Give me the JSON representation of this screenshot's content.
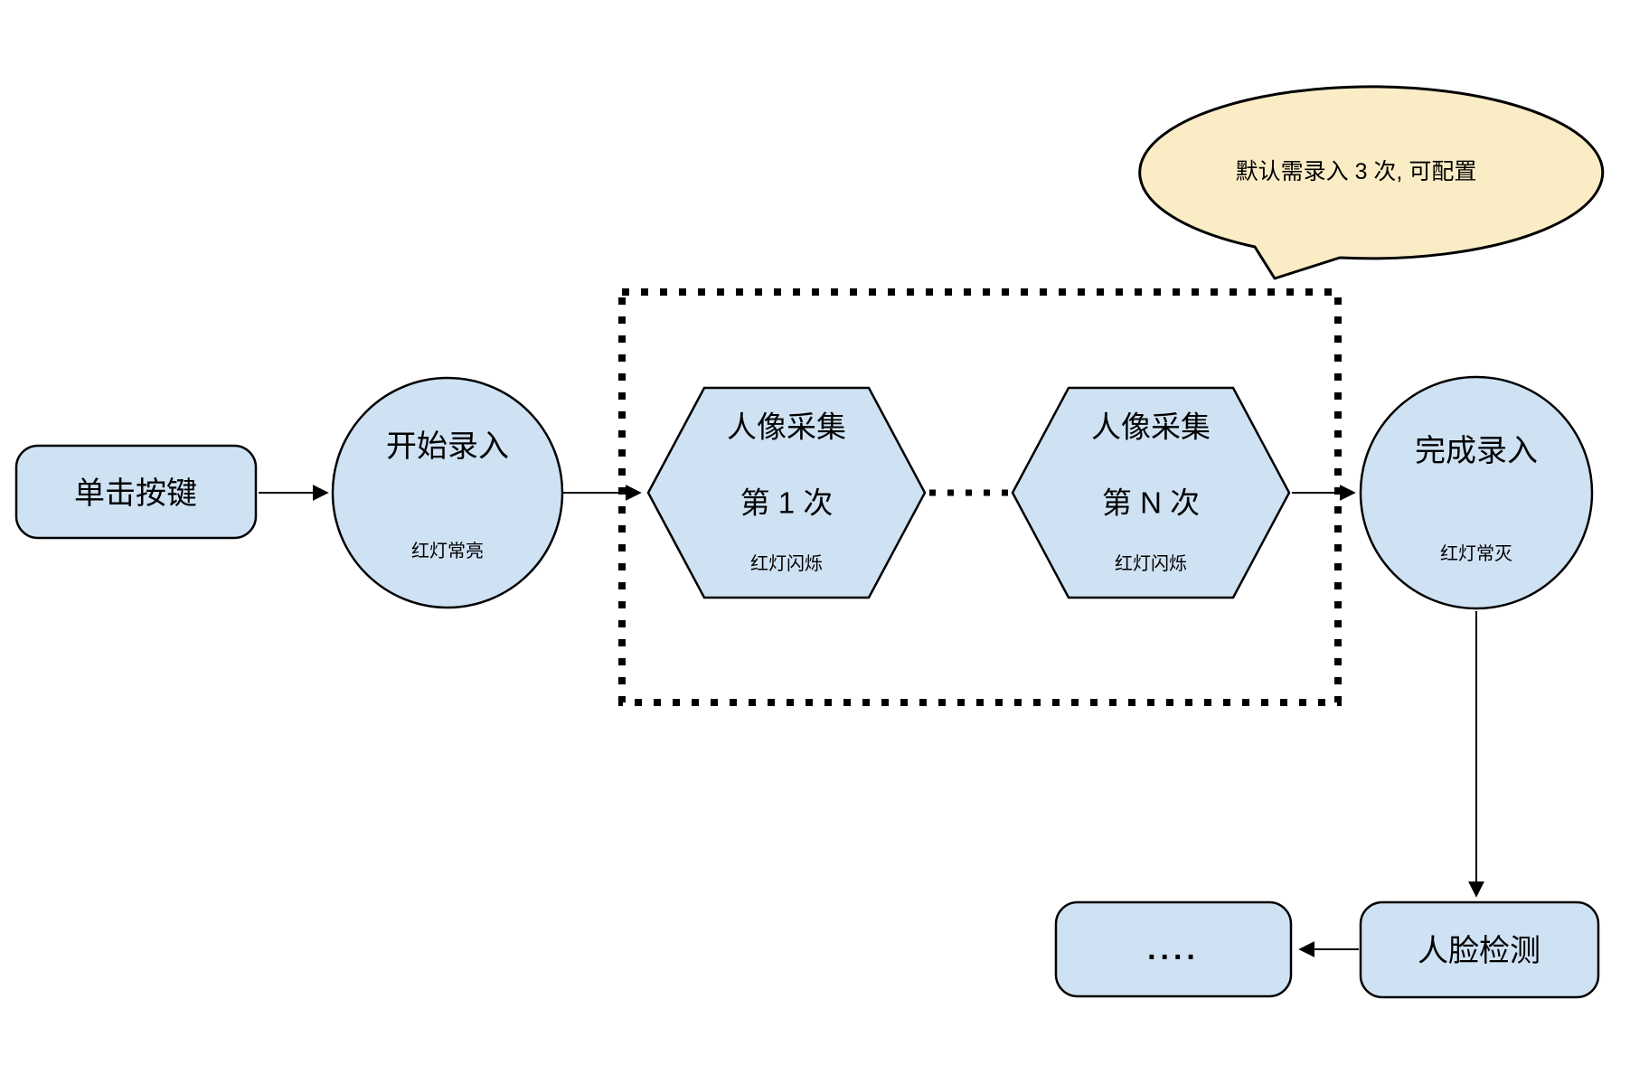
{
  "diagram": {
    "nodes": {
      "click_button": {
        "label": "单击按键"
      },
      "start_enroll": {
        "label": "开始录入",
        "sublabel": "红灯常亮"
      },
      "capture_1": {
        "line1": "人像采集",
        "line2": "第 1 次",
        "sublabel": "红灯闪烁"
      },
      "capture_n": {
        "line1": "人像采集",
        "line2": "第 N 次",
        "sublabel": "红灯闪烁"
      },
      "finish_enroll": {
        "label": "完成录入",
        "sublabel": "红灯常灭"
      },
      "face_detection": {
        "label": "人脸检测"
      },
      "more": {
        "label": "...."
      }
    },
    "callout": {
      "text": "默认需录入 3 次, 可配置"
    },
    "colors": {
      "node_fill": "#cfe2f3",
      "node_stroke": "#000000",
      "callout_fill": "#faecc5",
      "line": "#000000"
    }
  }
}
